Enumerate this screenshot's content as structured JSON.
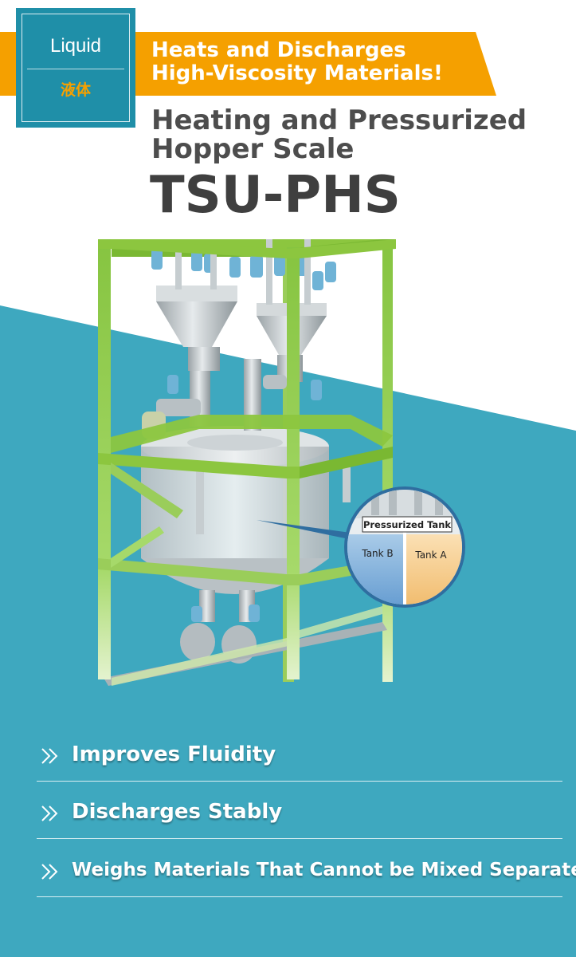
{
  "badge": {
    "label_en": "Liquid",
    "label_jp": "液体"
  },
  "banner": {
    "line1": "Heats and Discharges",
    "line2": "High-Viscosity Materials!"
  },
  "product": {
    "subtitle_line1": "Heating and Pressurized",
    "subtitle_line2": "Hopper Scale",
    "model": "TSU-PHS"
  },
  "callout": {
    "title": "Pressurized Tank",
    "left_tank": "Tank B",
    "right_tank": "Tank A"
  },
  "features": [
    {
      "label": "Improves Fluidity",
      "icon": "double-chevron-right-icon"
    },
    {
      "label": "Discharges Stably",
      "icon": "double-chevron-right-icon"
    },
    {
      "label": "Weighs Materials That Cannot be Mixed Separately",
      "icon": "double-chevron-right-icon"
    }
  ],
  "colors": {
    "teal": "#3ea8bf",
    "badge": "#1f8fa8",
    "orange": "#f5a000",
    "frame_green": "#8cc63f",
    "tank_blue": "#7fb2dd",
    "tank_orange": "#f6cf96"
  }
}
